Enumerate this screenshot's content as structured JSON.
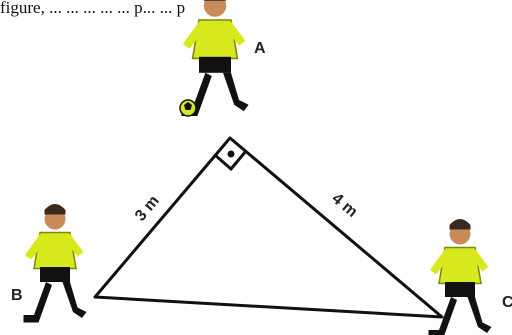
{
  "top_text": "figure, ... ... ... ... ... p... ... p",
  "vertices": {
    "a": "A",
    "b": "B",
    "c": "C"
  },
  "sides": {
    "ab": "3 m",
    "ac": "4 m"
  },
  "colors": {
    "jersey": "#d7e81c",
    "shorts": "#111111",
    "skin": "#c98b5a",
    "line": "#111111",
    "ball": "#d7e81c"
  },
  "icons": {
    "player": "soccer-player",
    "ball": "soccer-ball",
    "right_angle": "right-angle-marker"
  }
}
